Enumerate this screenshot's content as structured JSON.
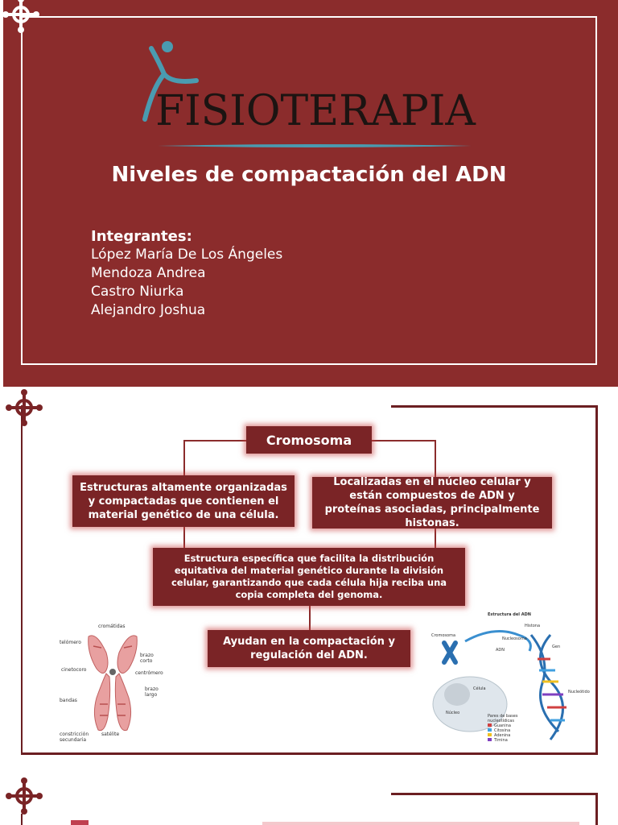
{
  "slide1": {
    "logo": "FISIOTERAPIA",
    "title": "Niveles de compactación del ADN",
    "members_heading": "Integrantes:",
    "members": [
      "López María De Los Ángeles",
      "Mendoza Andrea",
      "Castro Niurka",
      "Alejandro Joshua"
    ]
  },
  "slide2": {
    "center": "Cromosoma",
    "left_box": "Estructuras altamente organizadas y compactadas que contienen el material genético de una célula.",
    "right_box": "Localizadas en el núcleo celular y están compuestos de ADN y proteínas asociadas, principalmente histonas.",
    "middle_box": "Estructura específica que facilita la distribución equitativa del material genético durante la división celular, garantizando que cada célula hija reciba una copia completa del genoma.",
    "bottom_box": "Ayudan en la compactación y regulación del ADN.",
    "chromosome_labels": {
      "cromatidas": "cromátidas",
      "telomero": "telómero",
      "brazo_corto": "brazo corto",
      "cinetocoro": "cinetocoro",
      "centromero": "centrómero",
      "brazo_largo": "brazo largo",
      "bandas": "bandas",
      "constriccion": "constricción secundaria",
      "satelite": "satélite"
    },
    "dna_labels": {
      "title": "Estructura del ADN",
      "cromosoma": "Cromosoma",
      "histona": "Histona",
      "nucleosoma": "Nucleosoma",
      "adn": "ADN",
      "gen": "Gen",
      "celula": "Célula",
      "nucleo": "Núcleo",
      "nucleotido": "Nucleótido",
      "pares": "Pares de bases nucleotídicas",
      "guanina": "Guanina",
      "citosina": "Citosina",
      "adenina": "Adenina",
      "timina": "Timina"
    }
  },
  "colors": {
    "slide_bg": "#8b2c2c",
    "box_bg": "#7a2426",
    "frame": "#6b1f22",
    "logo_teal": "#4a9bb0"
  }
}
